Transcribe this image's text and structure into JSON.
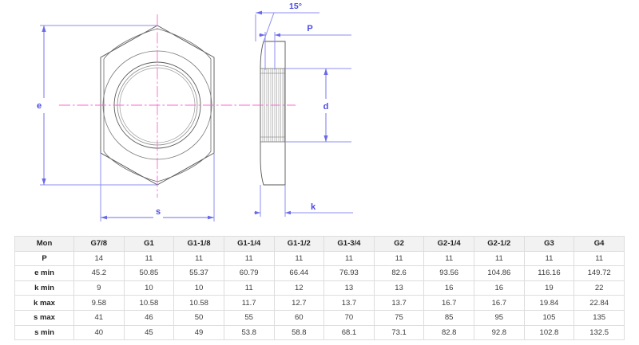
{
  "drawing": {
    "front_view": {
      "name": "hex-nut-front-view",
      "dimension_labels": [
        {
          "id": "e",
          "label": "e",
          "meaning": "across-corners-width"
        },
        {
          "id": "s",
          "label": "s",
          "meaning": "across-flats-width"
        }
      ]
    },
    "section_view": {
      "name": "hex-nut-section-view",
      "dimension_labels": [
        {
          "id": "angle",
          "label": "15°",
          "meaning": "chamfer-angle"
        },
        {
          "id": "P",
          "label": "P",
          "meaning": "thread-pitch"
        },
        {
          "id": "d",
          "label": "d",
          "meaning": "thread-diameter"
        },
        {
          "id": "k",
          "label": "k",
          "meaning": "nut-thickness"
        }
      ]
    },
    "colors": {
      "dimension_line": "#8c8cf0",
      "dimension_text": "#4a4ae8",
      "outline": "#4a4a4a",
      "centerline": "#ff66cc"
    }
  },
  "table": {
    "headers": [
      "Mon",
      "G7/8",
      "G1",
      "G1-1/8",
      "G1-1/4",
      "G1-1/2",
      "G1-3/4",
      "G2",
      "G2-1/4",
      "G2-1/2",
      "G3",
      "G4"
    ],
    "rows": [
      {
        "label": "P",
        "values": [
          "14",
          "11",
          "11",
          "11",
          "11",
          "11",
          "11",
          "11",
          "11",
          "11",
          "11"
        ]
      },
      {
        "label": "e min",
        "values": [
          "45.2",
          "50.85",
          "55.37",
          "60.79",
          "66.44",
          "76.93",
          "82.6",
          "93.56",
          "104.86",
          "116.16",
          "149.72"
        ]
      },
      {
        "label": "k min",
        "values": [
          "9",
          "10",
          "10",
          "11",
          "12",
          "13",
          "13",
          "16",
          "16",
          "19",
          "22"
        ]
      },
      {
        "label": "k max",
        "values": [
          "9.58",
          "10.58",
          "10.58",
          "11.7",
          "12.7",
          "13.7",
          "13.7",
          "16.7",
          "16.7",
          "19.84",
          "22.84"
        ]
      },
      {
        "label": "s max",
        "values": [
          "41",
          "46",
          "50",
          "55",
          "60",
          "70",
          "75",
          "85",
          "95",
          "105",
          "135"
        ]
      },
      {
        "label": "s min",
        "values": [
          "40",
          "45",
          "49",
          "53.8",
          "58.8",
          "68.1",
          "73.1",
          "82.8",
          "92.8",
          "102.8",
          "132.5"
        ]
      }
    ]
  }
}
